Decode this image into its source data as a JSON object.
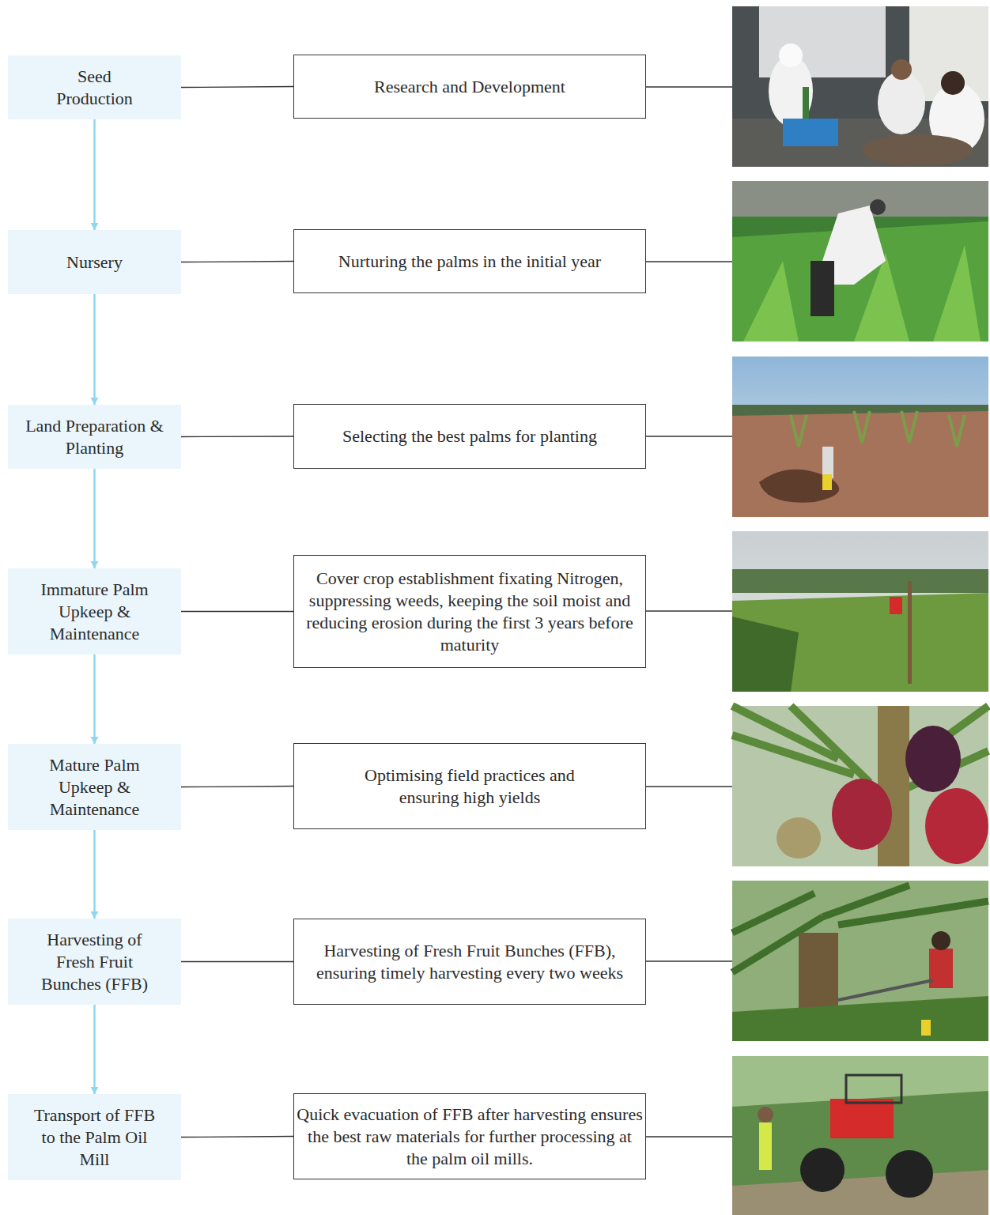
{
  "diagram": {
    "nodes": [
      {
        "text": [
          "Seed Production"
        ]
      },
      {
        "text": [
          "Research and Development"
        ]
      },
      {
        "text": [
          "Nursery"
        ]
      },
      {
        "text": [
          "Nurturing the palms in the initial year"
        ]
      },
      {
        "text": [
          "Land Preparation & Planting"
        ]
      },
      {
        "text": [
          "Selecting the best palms for planting"
        ]
      },
      {
        "text": [
          "Immature Palm Upkeep & Maintenance"
        ]
      },
      {
        "text": [
          "Cover crop establishment fixating Nitrogen, suppressing weeds, keeping the soil moist and reducing erosion during the first 3 years before maturity"
        ]
      },
      {
        "text": [
          "Mature Palm Upkeep & Maintenance"
        ]
      },
      {
        "text": [
          "Optimising field practices and ensuring high yields"
        ]
      },
      {
        "text": [
          "Harvesting of Fresh Fruit Bunches (FFB)"
        ]
      },
      {
        "text": [
          "Harvesting of Fresh Fruit Bunches (FFB), ensuring timely harvesting every two weeks"
        ]
      },
      {
        "text": [
          "Transport of FFB to the Palm Oil Mill"
        ]
      },
      {
        "text": [
          "Quick evacuation of FFB after harvesting ensures the best raw materials for further processing at the palm oil mills."
        ]
      }
    ],
    "edges": [
      {
        "from": 0,
        "to": 2,
        "arrow": "to"
      },
      {
        "from": 2,
        "to": 4,
        "arrow": "to"
      },
      {
        "from": 4,
        "to": 6,
        "arrow": "to"
      },
      {
        "from": 6,
        "to": 8,
        "arrow": "to"
      },
      {
        "from": 8,
        "to": 10,
        "arrow": "to"
      },
      {
        "from": 10,
        "to": 12,
        "arrow": "to"
      },
      {
        "from": 0,
        "to": 1,
        "arrow": "none"
      },
      {
        "from": 2,
        "to": 3,
        "arrow": "none"
      },
      {
        "from": 4,
        "to": 5,
        "arrow": "none"
      },
      {
        "from": 6,
        "to": 7,
        "arrow": "none"
      },
      {
        "from": 8,
        "to": 9,
        "arrow": "none"
      },
      {
        "from": 10,
        "to": 11,
        "arrow": "none"
      },
      {
        "from": 12,
        "to": 13,
        "arrow": "none"
      }
    ]
  }
}
